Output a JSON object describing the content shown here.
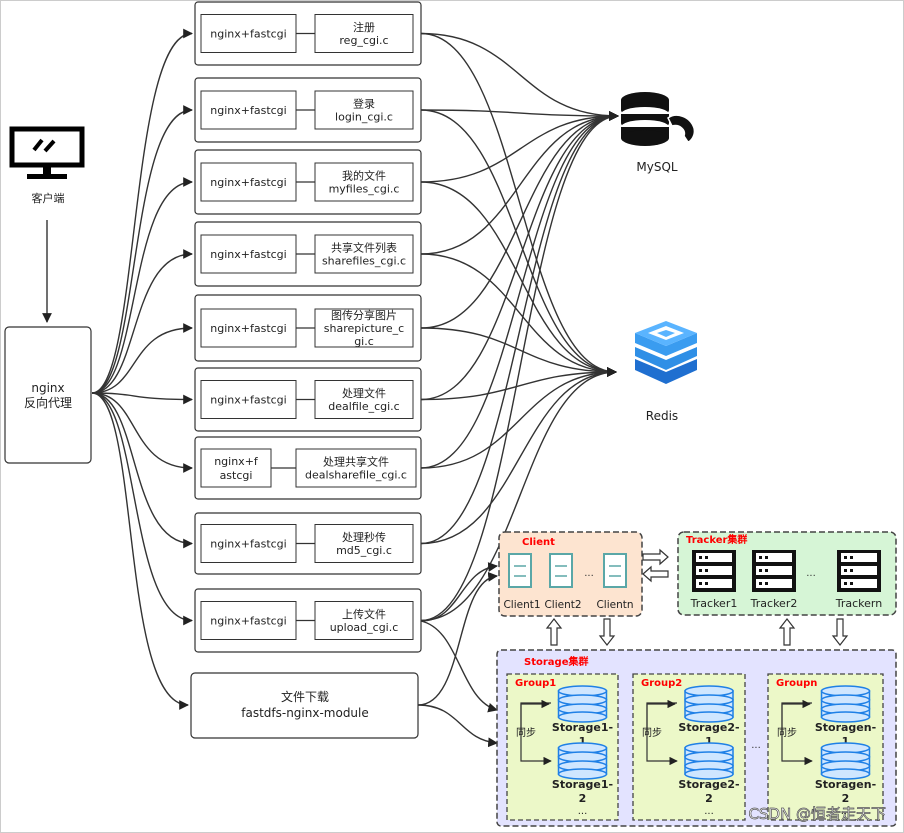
{
  "client": {
    "label": "客户端",
    "icon": "monitor-icon"
  },
  "proxy": {
    "line1": "nginx",
    "line2": "反向代理"
  },
  "cgi_modules": [
    {
      "left": [
        "nginx+fastcgi"
      ],
      "right": [
        "注册",
        "reg_cgi.c"
      ]
    },
    {
      "left": [
        "nginx+fastcgi"
      ],
      "right": [
        "登录",
        "login_cgi.c"
      ]
    },
    {
      "left": [
        "nginx+fastcgi"
      ],
      "right": [
        "我的文件",
        "myfiles_cgi.c"
      ]
    },
    {
      "left": [
        "nginx+fastcgi"
      ],
      "right": [
        "共享文件列表",
        "sharefiles_cgi.c"
      ]
    },
    {
      "left": [
        "nginx+fastcgi"
      ],
      "right": [
        "图传分享图片",
        "sharepicture_c",
        "gi.c"
      ]
    },
    {
      "left": [
        "nginx+fastcgi"
      ],
      "right": [
        "处理文件",
        "dealfile_cgi.c"
      ]
    },
    {
      "left": [
        "nginx+f",
        "astcgi"
      ],
      "right": [
        "处理共享文件",
        "dealsharefile_cgi.c"
      ]
    },
    {
      "left": [
        "nginx+fastcgi"
      ],
      "right": [
        "处理秒传",
        "md5_cgi.c"
      ]
    },
    {
      "left": [
        "nginx+fastcgi"
      ],
      "right": [
        "上传文件",
        "upload_cgi.c"
      ]
    }
  ],
  "download": {
    "line1": "文件下载",
    "line2": "fastdfs-nginx-module"
  },
  "mysql": {
    "label": "MySQL",
    "icon": "mysql-dolphin-icon"
  },
  "redis": {
    "label": "Redis",
    "icon": "redis-stack-icon"
  },
  "client_cluster": {
    "title": "Client",
    "items": [
      "Client1",
      "Client2",
      "Clientn"
    ],
    "ellipsis": "..."
  },
  "tracker_cluster": {
    "title": "Tracker集群",
    "items": [
      "Tracker1",
      "Tracker2",
      "Trackern"
    ],
    "ellipsis": "..."
  },
  "storage_cluster": {
    "title": "Storage集群",
    "sync_label": "同步",
    "ellipsis": "...",
    "groups": [
      {
        "title": "Group1",
        "nodes": [
          [
            "Storage1-",
            "1"
          ],
          [
            "Storage1-",
            "2"
          ]
        ]
      },
      {
        "title": "Group2",
        "nodes": [
          [
            "Storage2-",
            "1"
          ],
          [
            "Storage2-",
            "2"
          ]
        ]
      },
      {
        "title": "Groupn",
        "nodes": [
          [
            "Storagen-",
            "1"
          ],
          [
            "Storagen-",
            "2"
          ]
        ]
      }
    ]
  },
  "watermark": "CSDN @恒者走天下",
  "colors": {
    "line": "#333333",
    "client_fill": "#fde4d0",
    "tracker_fill": "#d6f5d6",
    "storage_fill": "#e3e3ff",
    "group_fill": "#ecf8c8",
    "cluster_title": "#ff0000",
    "redis_blue": "#2f8fe6",
    "storage_blue": "#1f80e6",
    "client_teal": "#5aa7a7"
  }
}
